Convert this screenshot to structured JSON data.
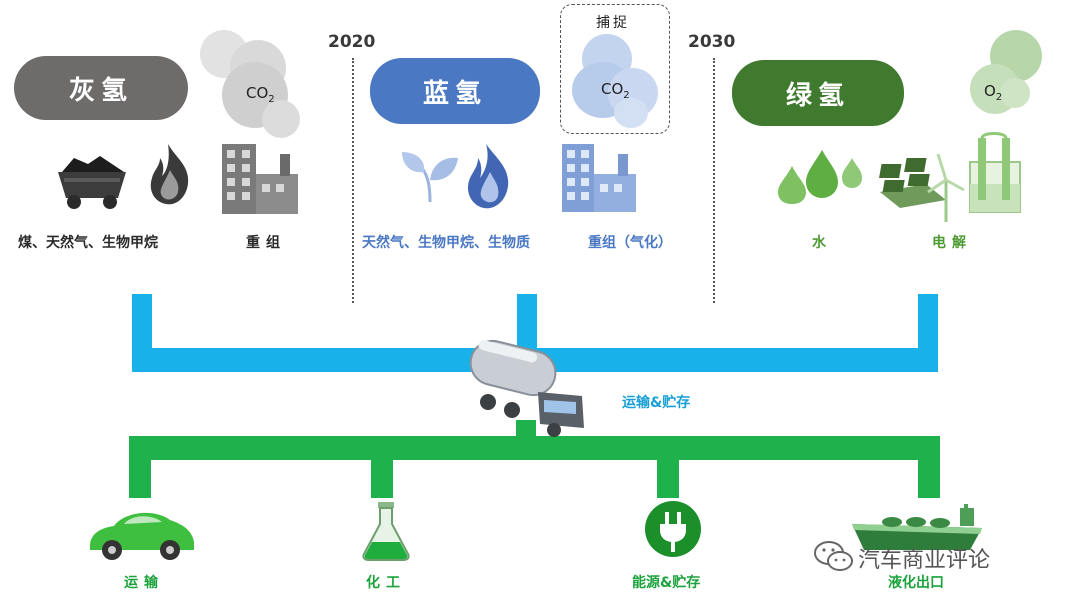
{
  "colors": {
    "grey": "#6e6b6b",
    "blue": "#4a78c3",
    "green": "#3f7a2f",
    "pipe_blue": "#19b1ea",
    "pipe_green": "#1fb14b",
    "caption_green": "#1da33d"
  },
  "years": {
    "y2020": "2020",
    "y2030": "2030"
  },
  "hydrogen": {
    "grey": {
      "title": "灰氢",
      "gas": "CO",
      "gas_sub": "2",
      "source_label": "煤、天然气、生物甲烷",
      "process_label": "重组",
      "icons": [
        "coal-cart-icon",
        "flame-icon",
        "factory-icon"
      ]
    },
    "blue": {
      "title": "蓝氢",
      "capture_label": "捕捉",
      "gas": "CO",
      "gas_sub": "2",
      "source_label": "天然气、生物甲烷、生物质",
      "process_label": "重组（气化）",
      "icons": [
        "leaf-icon",
        "flame-icon",
        "factory-icon"
      ]
    },
    "green": {
      "title": "绿氢",
      "gas": "O",
      "gas_sub": "2",
      "source_label": "水",
      "process_label": "电解",
      "icons": [
        "water-drops-icon",
        "solar-wind-icon",
        "electrolyzer-icon"
      ]
    }
  },
  "transport": {
    "label": "运输&贮存",
    "icon": "tanker-truck-icon"
  },
  "applications": [
    {
      "label": "运输",
      "icon": "car-icon"
    },
    {
      "label": "化工",
      "icon": "flask-icon"
    },
    {
      "label": "能源&贮存",
      "icon": "plug-icon"
    },
    {
      "label": "液化出口",
      "icon": "ship-icon"
    }
  ],
  "watermark": "汽车商业评论"
}
